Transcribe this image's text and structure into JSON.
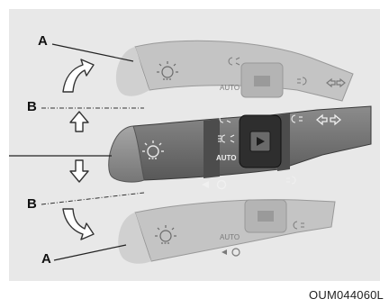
{
  "callouts": {
    "a_top": "A",
    "b_top": "B",
    "b_bottom": "B",
    "a_bottom": "A"
  },
  "switch_labels": {
    "auto_top": "AUTO",
    "auto_center": "AUTO",
    "auto_bottom": "AUTO"
  },
  "figure_code": "OUM044060L",
  "colors": {
    "panel_bg": "#e8e8e8",
    "ghost_lever": "#bdbdbd",
    "active_lever": "#707070",
    "lever_tip": "#8a8a8a",
    "knob": "#2a2a2a"
  },
  "icons": [
    "headlight-icon",
    "parking-light-icon",
    "high-beam-icon",
    "front-fog-icon",
    "rear-fog-icon",
    "turn-signal-arrows-icon",
    "rotate-up-arrow-icon",
    "up-arrow-icon",
    "down-arrow-icon",
    "rotate-down-arrow-icon"
  ]
}
